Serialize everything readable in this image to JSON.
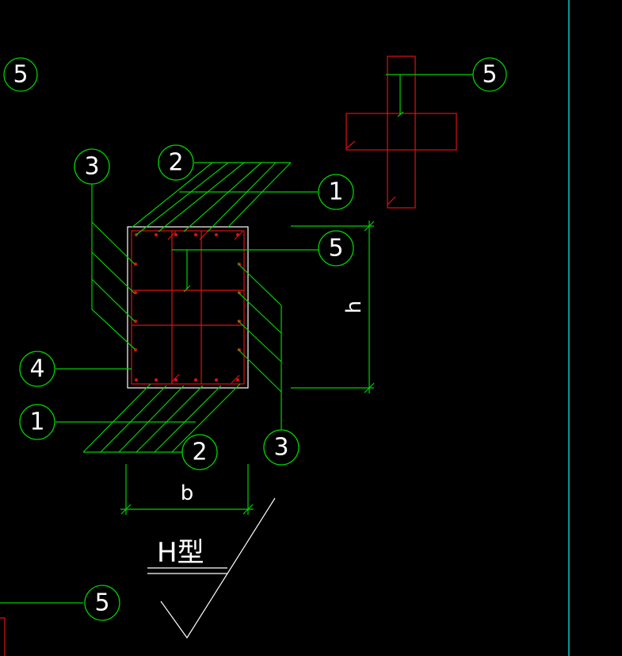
{
  "callouts": {
    "c5_topleft": "5",
    "c5_cross": "5",
    "c3_left": "3",
    "c2_top": "2",
    "c1_top": "1",
    "c5_mid": "5",
    "c4_left": "4",
    "c1_bottom": "1",
    "c2_bottom": "2",
    "c3_right": "3",
    "c5_bottom": "5"
  },
  "dimensions": {
    "width_label": "b",
    "height_label": "h"
  },
  "section_title": "H型",
  "colors": {
    "leader": "#00d000",
    "rebar": "#e01010",
    "outline": "#ffffff",
    "border": "#00ffff",
    "background": "#000000"
  }
}
